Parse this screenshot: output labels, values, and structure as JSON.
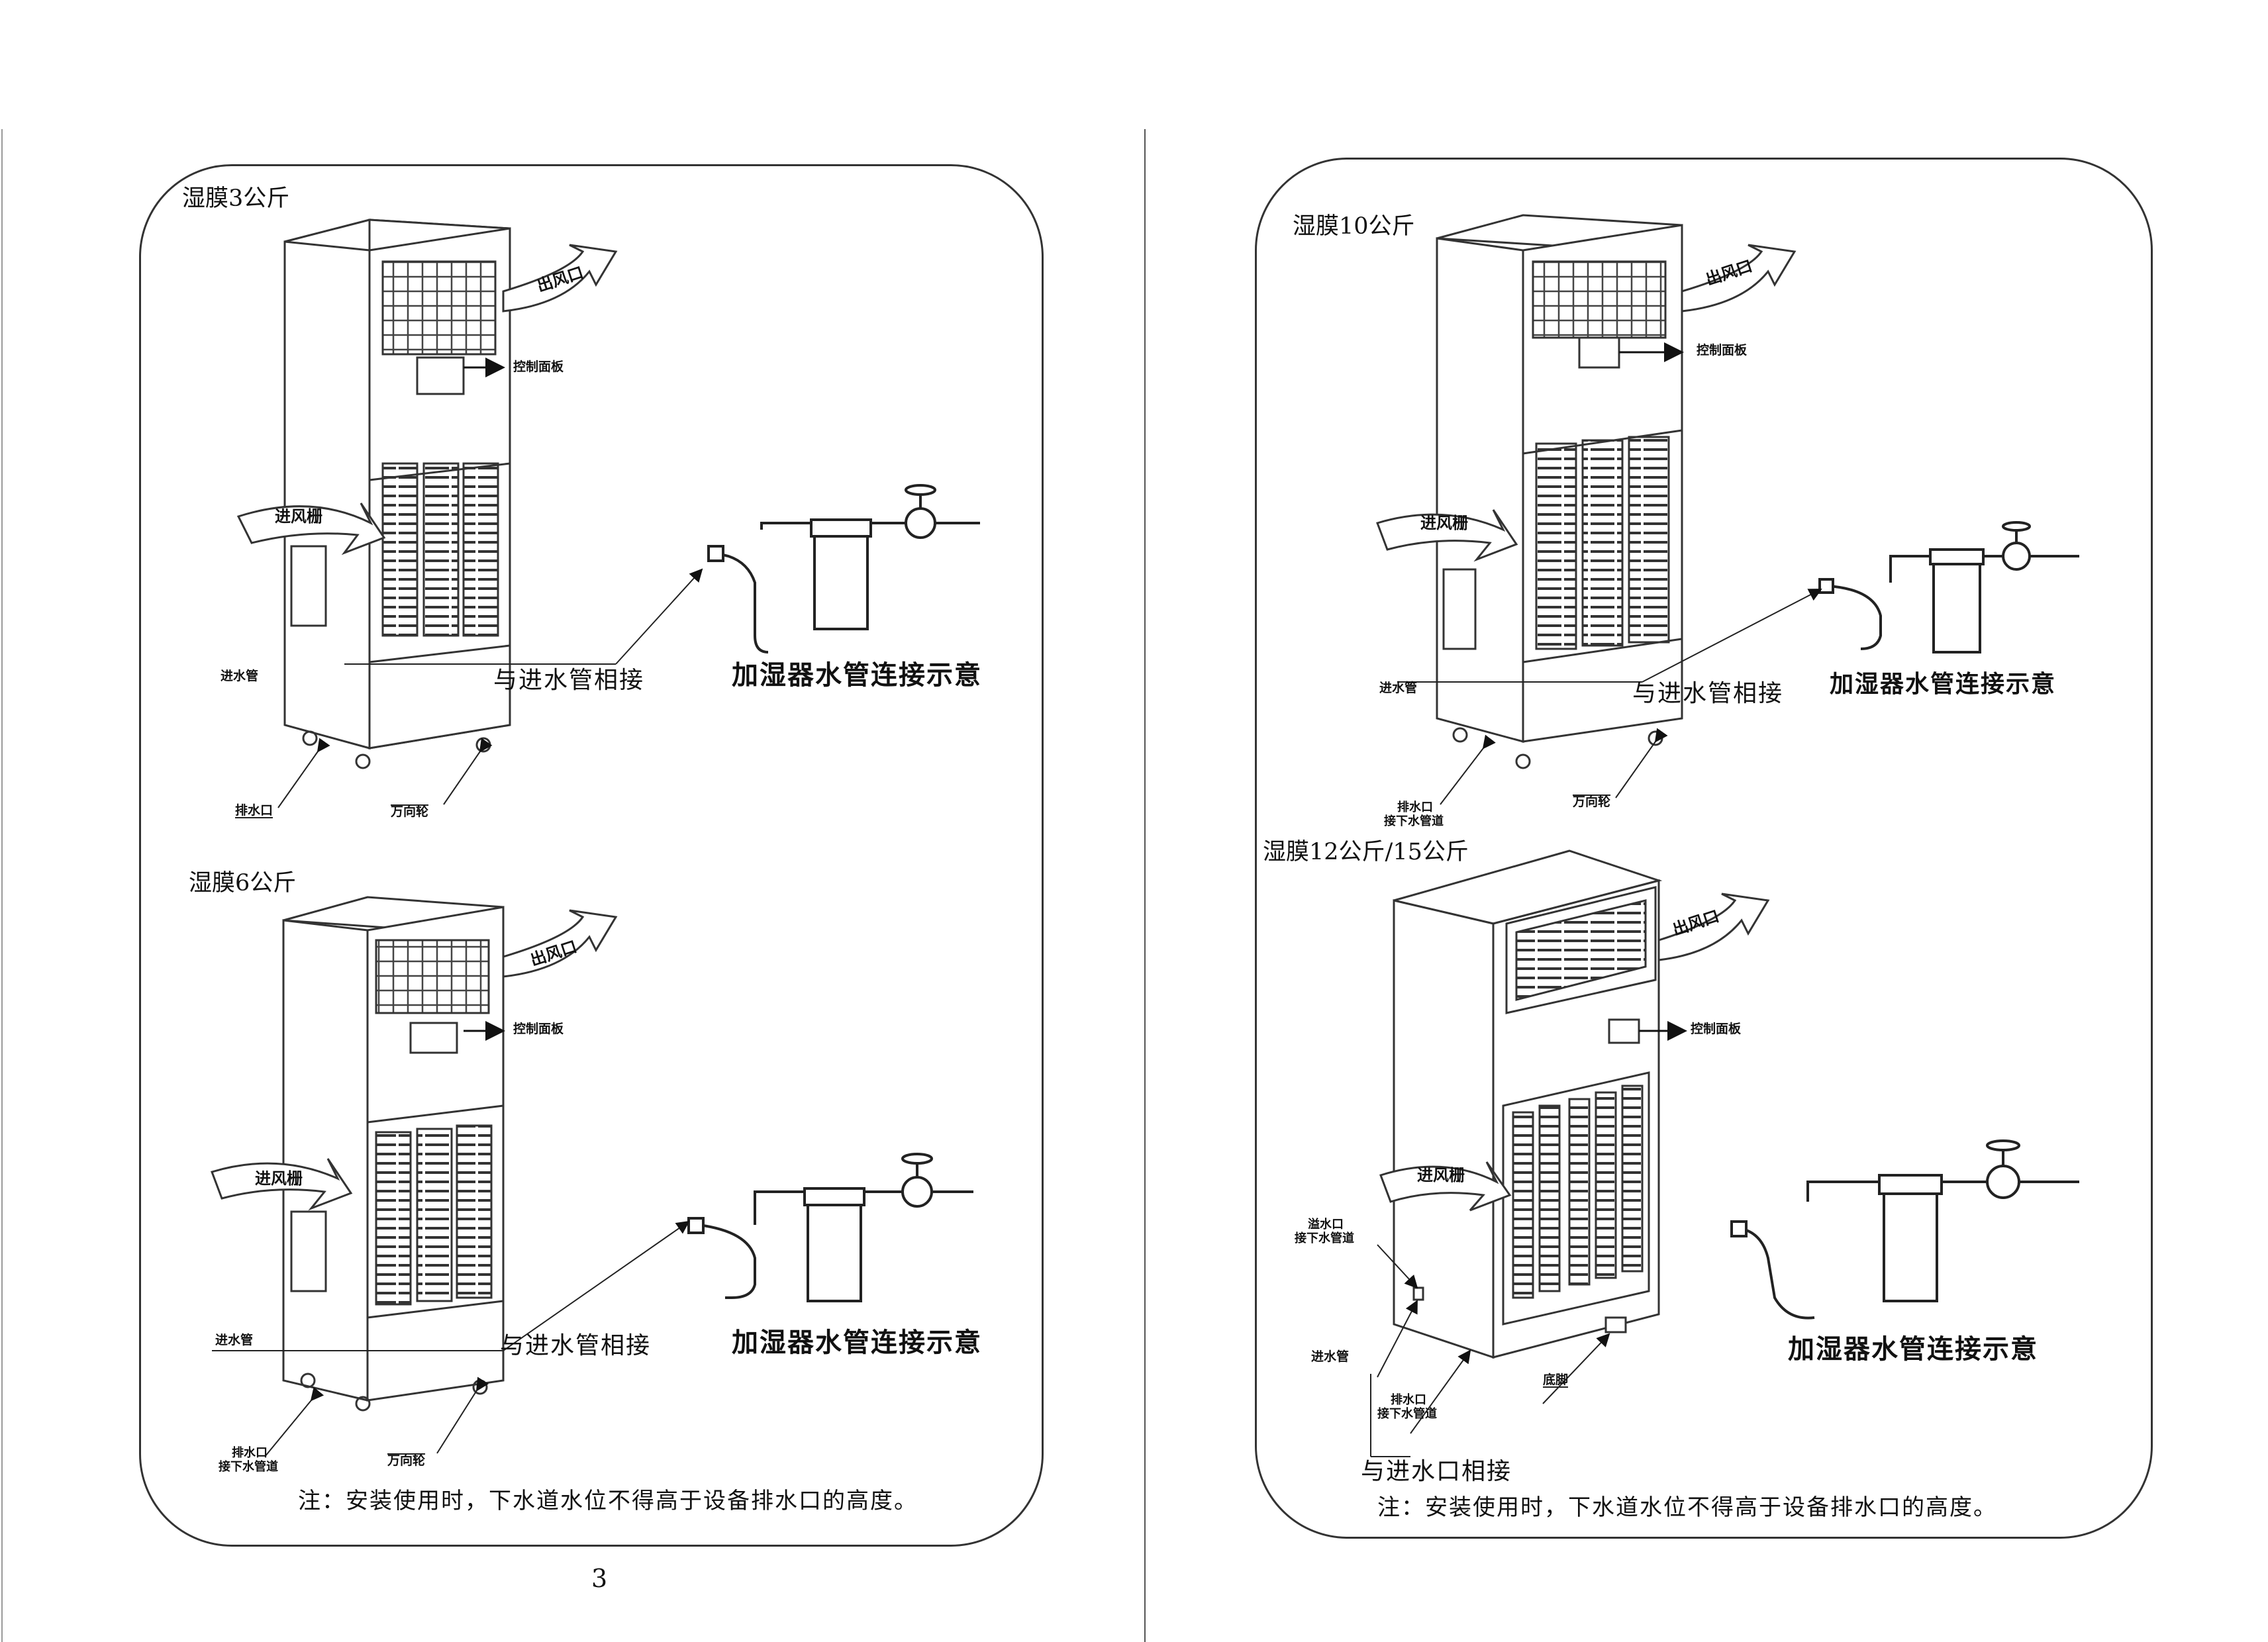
{
  "page_number": "3",
  "note_text": "注：安装使用时，下水道水位不得高于设备排水口的高度。",
  "left_page": {
    "diagram_a": {
      "model": "湿膜3公斤",
      "outlet": "出风口",
      "control_panel": "控制面板",
      "inlet_grille": "进风栅",
      "inlet_pipe": "进水管",
      "connect_label": "与进水管相接",
      "caption": "加湿器水管连接示意",
      "drain": "排水口",
      "caster": "万向轮"
    },
    "diagram_b": {
      "model": "湿膜6公斤",
      "outlet": "出风口",
      "control_panel": "控制面板",
      "inlet_grille": "进风栅",
      "inlet_pipe": "进水管",
      "connect_label": "与进水管相接",
      "caption": "加湿器水管连接示意",
      "drain": "排水口",
      "drain_sub": "接下水管道",
      "caster": "万向轮"
    }
  },
  "right_page": {
    "diagram_c": {
      "model": "湿膜10公斤",
      "outlet": "出风口",
      "control_panel": "控制面板",
      "inlet_grille": "进风栅",
      "inlet_pipe": "进水管",
      "connect_label": "与进水管相接",
      "caption": "加湿器水管连接示意",
      "drain": "排水口",
      "drain_sub": "接下水管道",
      "caster": "万向轮"
    },
    "diagram_d": {
      "model": "湿膜12公斤/15公斤",
      "outlet": "出风口",
      "control_panel": "控制面板",
      "inlet_grille": "进风栅",
      "overflow": "溢水口",
      "overflow_sub": "接下水管道",
      "inlet_pipe": "进水管",
      "drain": "排水口",
      "drain_sub": "接下水管道",
      "foot": "底脚",
      "connect_label": "与进水口相接",
      "caption": "加湿器水管连接示意"
    }
  }
}
